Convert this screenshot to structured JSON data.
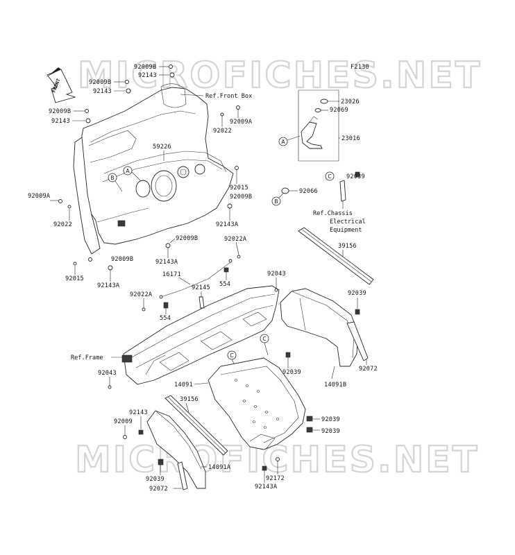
{
  "diagram_code": "F2130",
  "front_label": "FRONT",
  "watermark_text": "MICROFICHES.NET",
  "refs": {
    "front_box": "Ref.Front Box",
    "frame": "Ref.Frame",
    "chassis_line1": "Ref.Chassis",
    "chassis_line2": "Electrical",
    "chassis_line3": "Equipment"
  },
  "callouts": {
    "a": "A",
    "b": "B",
    "c": "C"
  },
  "part_numbers": {
    "p92009b_1": "92009B",
    "p92143_1": "92143",
    "p92009b_2": "92009B",
    "p92143_2": "92143",
    "p92009b_3": "92009B",
    "p92143_3": "92143",
    "p92022_1": "92022",
    "p92009a_1": "92009A",
    "p59226": "59226",
    "p92009a_2": "92009A",
    "p92022_2": "92022",
    "p92015_1": "92015",
    "p92009b_4": "92009B",
    "p92143a_1": "92143A",
    "p92009b_5": "92009B",
    "p92143a_2": "92143A",
    "p92009b_6": "92009B",
    "p92143a_3": "92143A",
    "p92015_2": "92015",
    "p92022a_1": "92022A",
    "p16171": "16171",
    "p554_1": "554",
    "p92145": "92145",
    "p92043_1": "92043",
    "p92022a_2": "92022A",
    "p554_2": "554",
    "p23026": "23026",
    "p92069": "92069",
    "p23016": "23016",
    "p92039_1": "92039",
    "p92066": "92066",
    "p39156_1": "39156",
    "p92039_2": "92039",
    "p92072_1": "92072",
    "p14091b": "14091B",
    "p92039_3": "92039",
    "p92043_2": "92043",
    "p14091": "14091",
    "p39156_2": "39156",
    "p92143_4": "92143",
    "p92009": "92009",
    "p92039_4": "92039",
    "p92039_5": "92039",
    "p14091a": "14091A",
    "p92039_6": "92039",
    "p92072_2": "92072",
    "p92172": "92172",
    "p92143a_4": "92143A"
  }
}
